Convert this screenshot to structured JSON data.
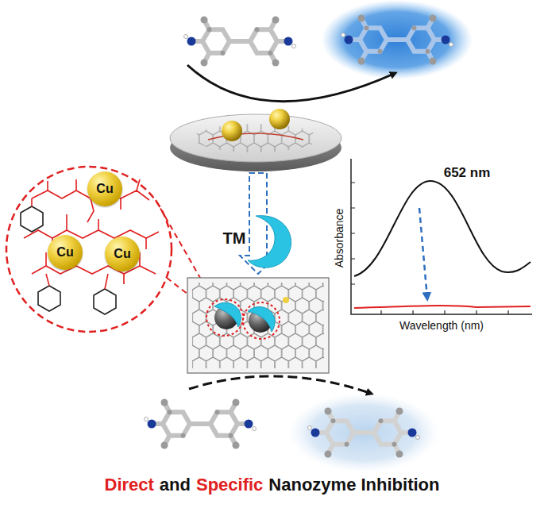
{
  "diagram": {
    "nodes": [
      {
        "text": [
          "Cu"
        ]
      },
      {
        "text": [
          "Cu"
        ]
      },
      {
        "text": [
          "Cu"
        ]
      }
    ],
    "labels": [
      "TM",
      "652 nm",
      "Absorbance",
      "Wavelength (nm)",
      "Direct",
      "and",
      "Specific",
      "Nanozyme Inhibition"
    ]
  }
}
